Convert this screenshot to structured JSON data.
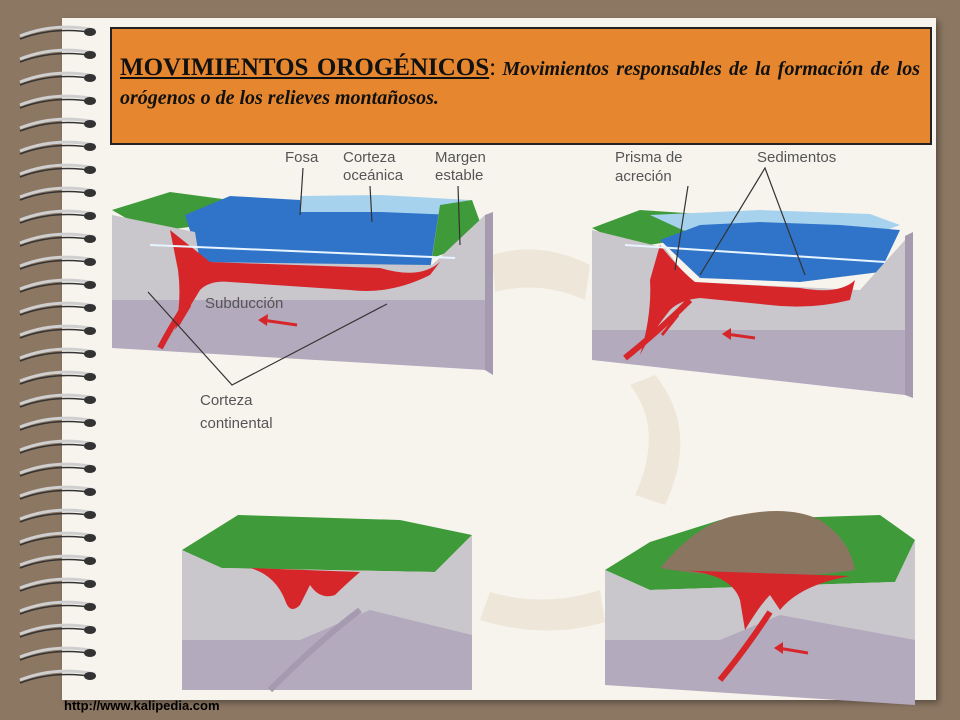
{
  "header": {
    "title": "MOVIMIENTOS OROGÉNICOS",
    "separator": ":",
    "subtitle": "Movimientos responsables de la formación de los orógenos o de los relieves montañosos."
  },
  "diagram_labels": {
    "fosa": "Fosa",
    "corteza_oceanica_1": "Corteza",
    "corteza_oceanica_2": "oceánica",
    "margen_estable_1": "Margen",
    "margen_estable_2": "estable",
    "subduccion": "Subducción",
    "corteza_continental_1": "Corteza",
    "corteza_continental_2": "continental",
    "prisma_acrecion_1": "Prisma de",
    "prisma_acrecion_2": "acreción",
    "sedimentos": "Sedimentos"
  },
  "footer": {
    "url": "http://www.kalipedia.com"
  },
  "colors": {
    "background": "#8c7763",
    "header_fill": "#e6872f",
    "ocean": "#2f74c8",
    "land": "#3f9a3a",
    "magma": "#d6262a",
    "crust": "#b4aabd"
  }
}
